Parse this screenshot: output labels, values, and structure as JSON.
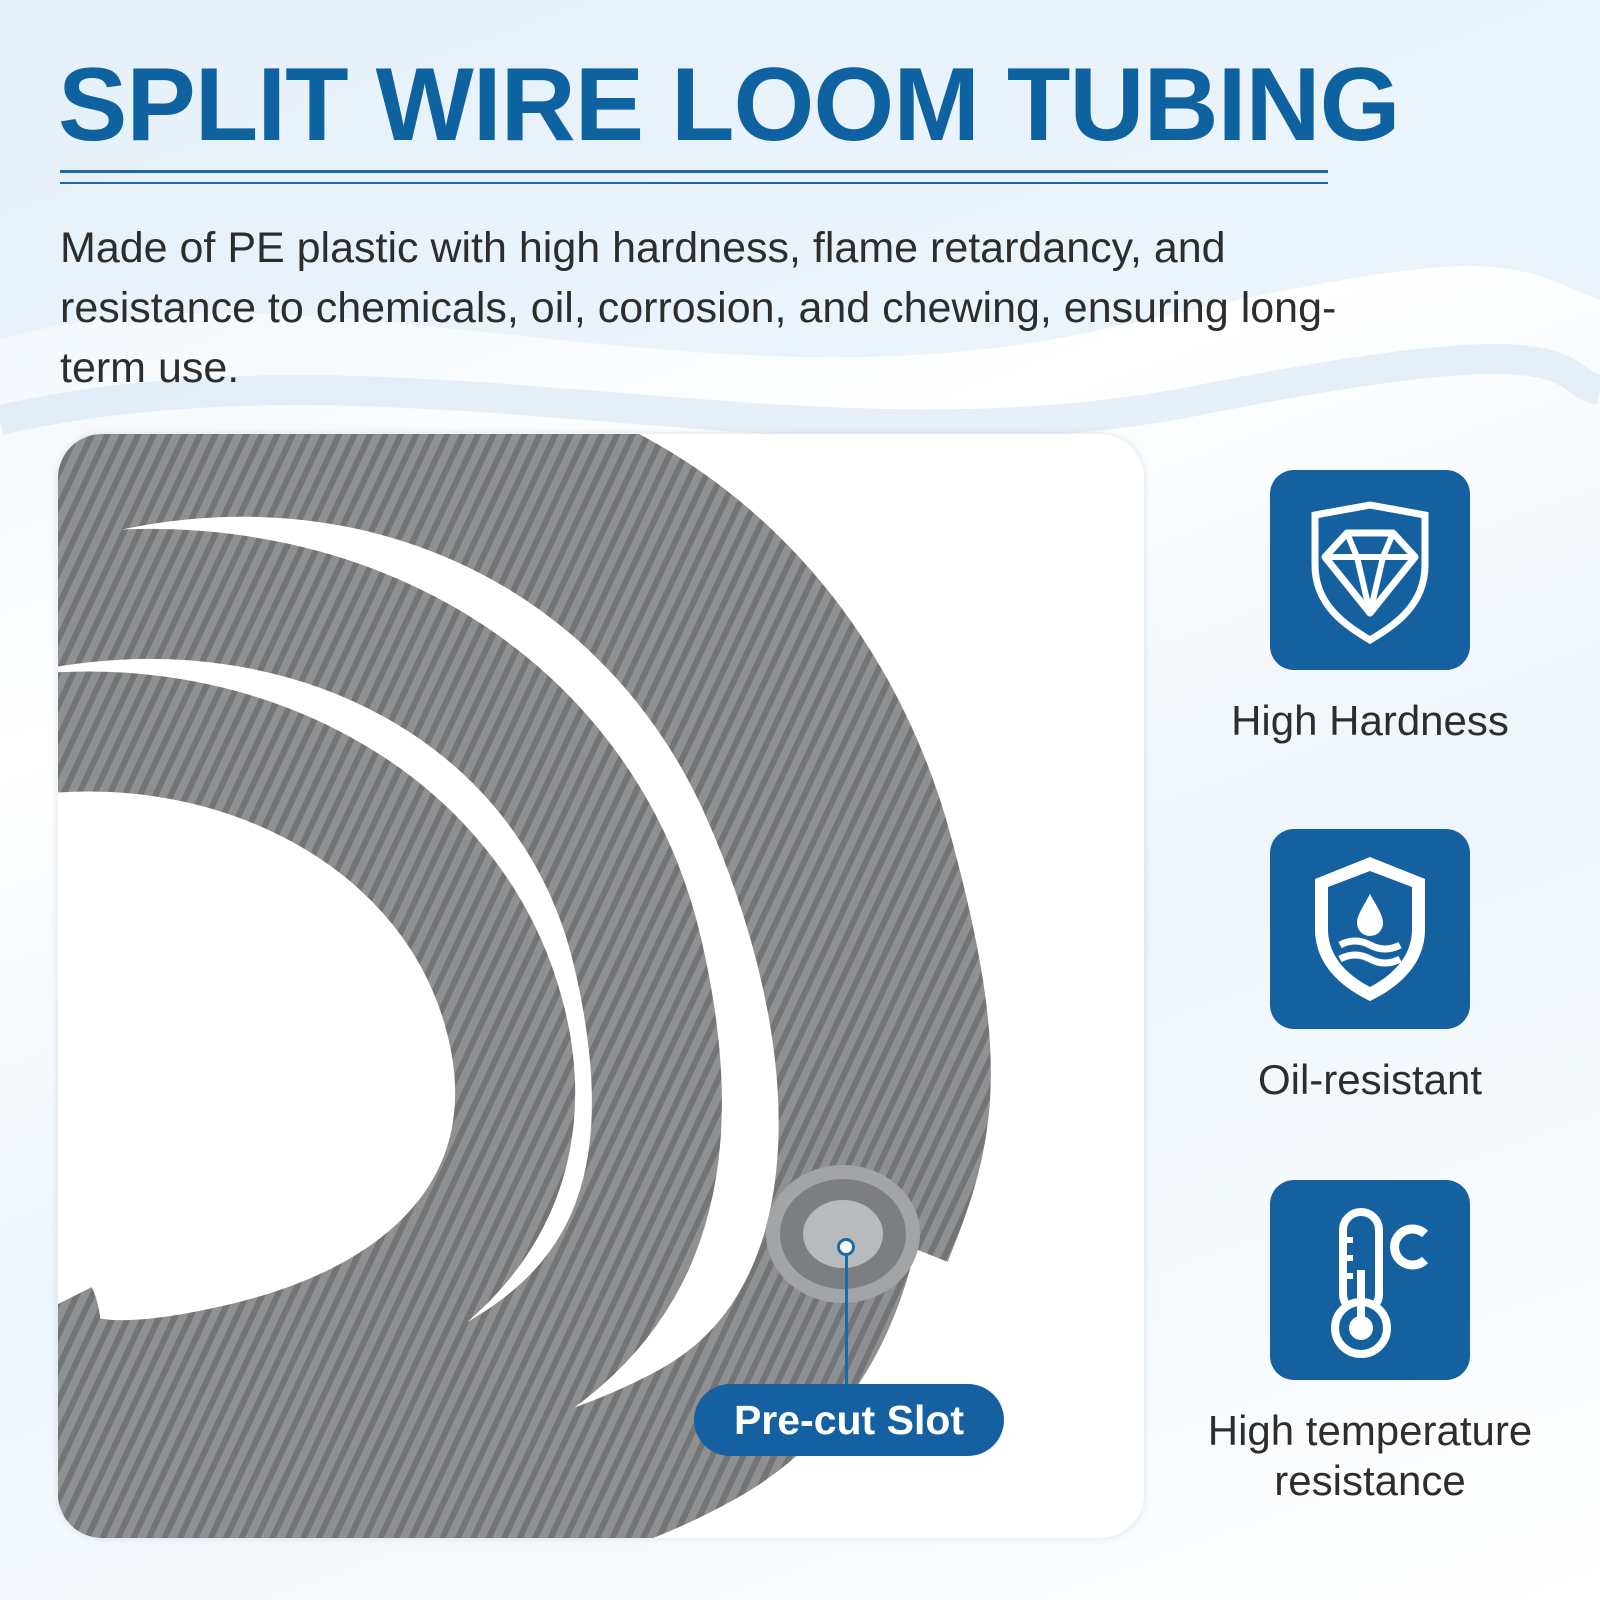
{
  "title": "SPLIT WIRE LOOM TUBING",
  "description": "Made of PE plastic with high hardness, flame retardancy, and resistance to chemicals, oil, corrosion, and chewing, ensuring long-term use.",
  "callout": {
    "label": "Pre-cut Slot"
  },
  "features": [
    {
      "icon": "diamond-shield-icon",
      "label": "High Hardness"
    },
    {
      "icon": "oil-shield-icon",
      "label": "Oil-resistant"
    },
    {
      "icon": "thermometer-celsius-icon",
      "label": "High temperature resistance"
    }
  ],
  "colors": {
    "accent": "#1561a0",
    "tubing": "#8e8f91",
    "text": "#2d2d2d"
  }
}
